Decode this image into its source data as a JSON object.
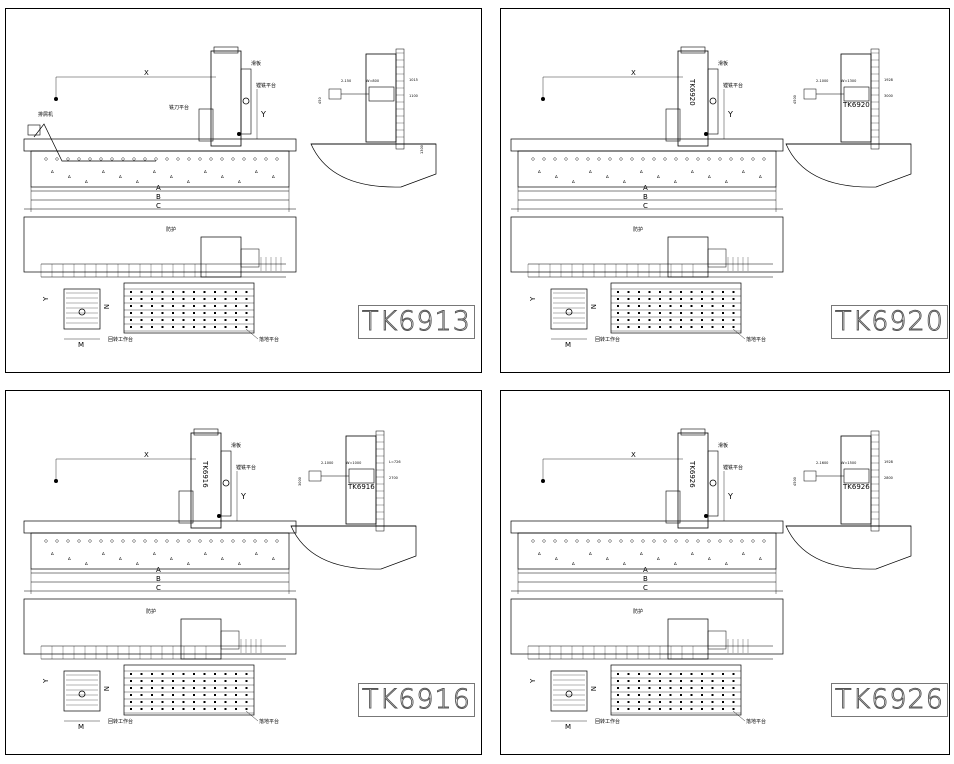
{
  "panels": [
    {
      "model": "TK6913",
      "column_text": "",
      "ram_text": "",
      "labels": {
        "x": "X",
        "y": "Y",
        "a": "A",
        "b": "B",
        "c": "C",
        "m": "M",
        "n": "N",
        "headstock": "滑板",
        "spindle": "镗铣平台",
        "ram": "铣刀平台",
        "chips": "排屑机",
        "guard": "防护",
        "rotary": "回转工作台",
        "floor": "落地平台"
      },
      "dims": {
        "d1": "2-150",
        "d2": "W=800",
        "d3": "1015",
        "d4": "1100",
        "d5": "450",
        "d6": "1300"
      }
    },
    {
      "model": "TK6920",
      "column_text": "TK6920",
      "ram_text": "TK6920",
      "labels": {
        "x": "X",
        "y": "Y",
        "a": "A",
        "b": "B",
        "c": "C",
        "m": "M",
        "n": "N",
        "headstock": "滑板",
        "spindle": "镗铣平台",
        "ram": "",
        "chips": "",
        "guard": "防护",
        "rotary": "回转工作台",
        "floor": "落地平台"
      },
      "dims": {
        "d1": "2-1000",
        "d2": "W=1300",
        "d3": "1928",
        "d4": "3000",
        "d5": "4500",
        "d6": ""
      }
    },
    {
      "model": "TK6916",
      "column_text": "TK6916",
      "ram_text": "TK6916",
      "labels": {
        "x": "X",
        "y": "Y",
        "a": "A",
        "b": "B",
        "c": "C",
        "m": "M",
        "n": "N",
        "headstock": "滑板",
        "spindle": "镗铣平台",
        "ram": "",
        "chips": "",
        "guard": "防护",
        "rotary": "回转工作台",
        "floor": "落地平台"
      },
      "dims": {
        "d1": "2-1000",
        "d2": "W=1000",
        "d3": "L=726",
        "d4": "2700",
        "d5": "3000",
        "d6": ""
      }
    },
    {
      "model": "TK6926",
      "column_text": "TK6926",
      "ram_text": "TK6926",
      "labels": {
        "x": "X",
        "y": "Y",
        "a": "A",
        "b": "B",
        "c": "C",
        "m": "M",
        "n": "N",
        "headstock": "滑板",
        "spindle": "镗铣平台",
        "ram": "",
        "chips": "",
        "guard": "防护",
        "rotary": "回转工作台",
        "floor": "落地平台"
      },
      "dims": {
        "d1": "2-1600",
        "d2": "W=1500",
        "d3": "1928",
        "d4": "2800",
        "d5": "4500",
        "d6": ""
      }
    }
  ]
}
